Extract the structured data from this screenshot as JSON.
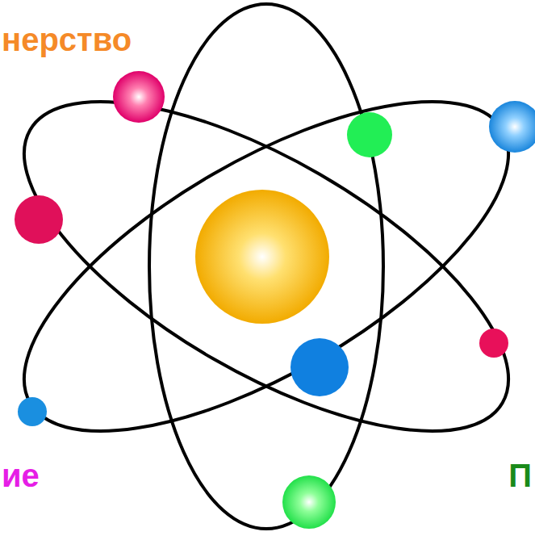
{
  "diagram": {
    "labels": [
      "нерство",
      "ие",
      "П"
    ]
  }
}
